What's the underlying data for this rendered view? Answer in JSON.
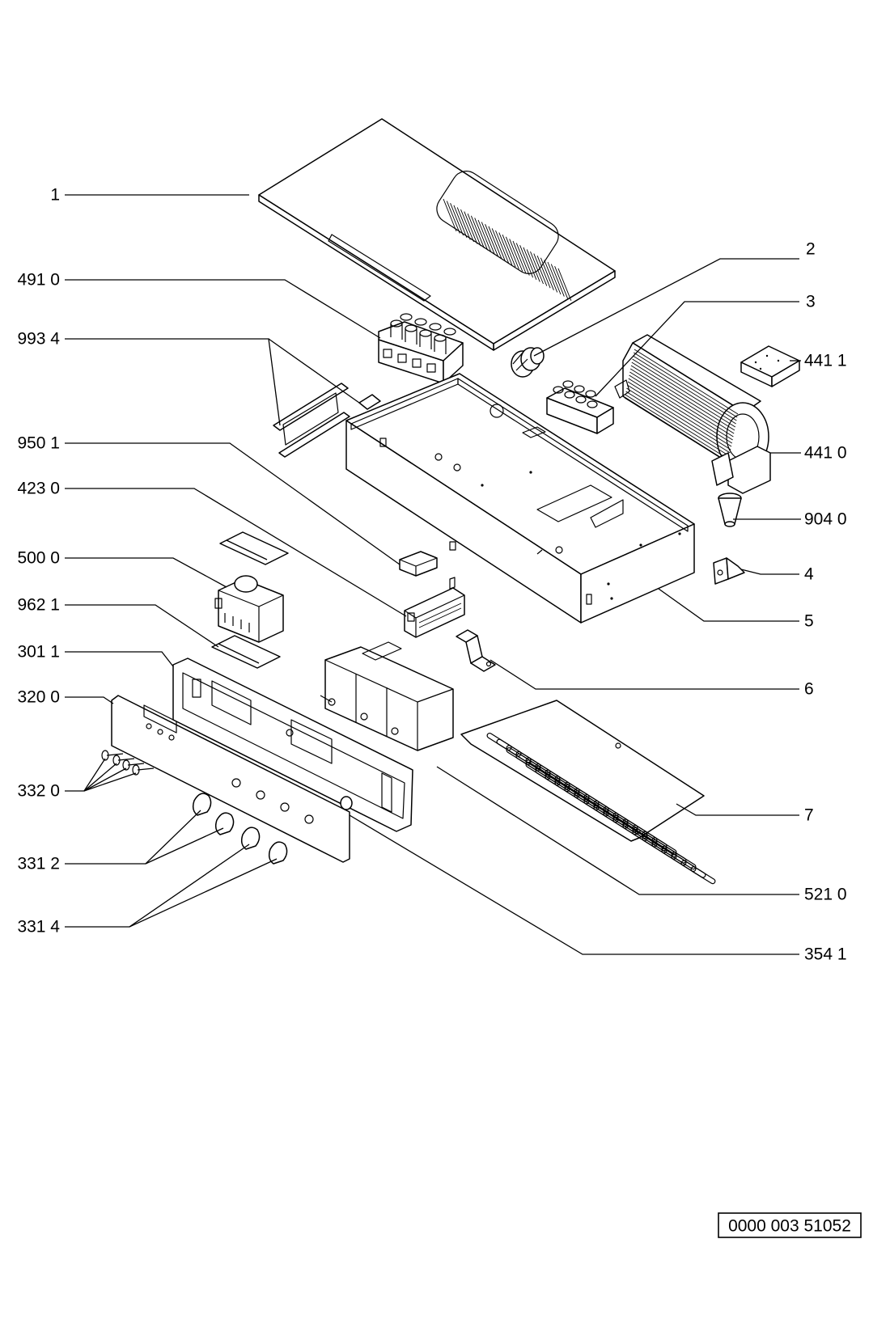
{
  "labels": {
    "l_1": "1",
    "l_491_0": "491 0",
    "l_993_4": "993 4",
    "l_950_1": "950 1",
    "l_423_0": "423 0",
    "l_500_0": "500 0",
    "l_962_1": "962 1",
    "l_301_1": "301 1",
    "l_320_0": "320 0",
    "l_332_0": "332 0",
    "l_331_2": "331 2",
    "l_331_4": "331 4",
    "r_2": "2",
    "r_3": "3",
    "r_441_1": "441 1",
    "r_441_0": "441 0",
    "r_904_0": "904 0",
    "r_4": "4",
    "r_5": "5",
    "r_6": "6",
    "r_7": "7",
    "r_521_0": "521 0",
    "r_354_1": "354 1"
  },
  "reference_number": "0000 003 51052"
}
